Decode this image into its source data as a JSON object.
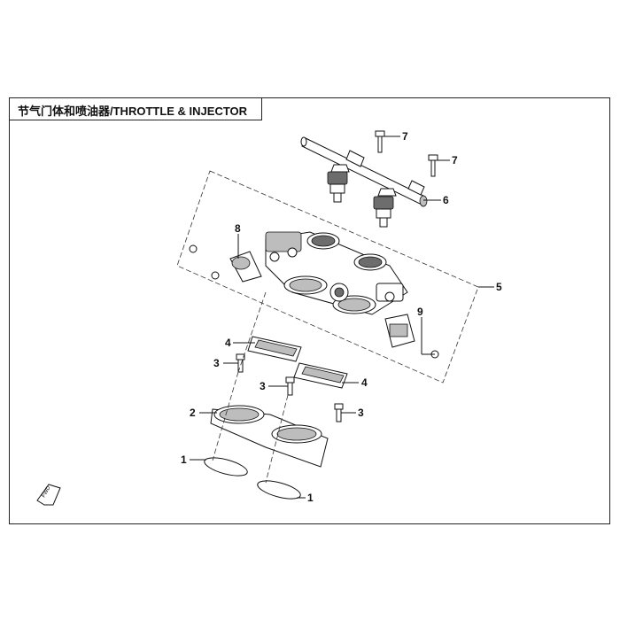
{
  "title": "节气门体和喷油器/THROTTLE & INJECTOR",
  "callouts": [
    "1",
    "1",
    "2",
    "3",
    "3",
    "3",
    "4",
    "4",
    "5",
    "6",
    "7",
    "7",
    "8",
    "9"
  ],
  "fwd_label": "FWD"
}
